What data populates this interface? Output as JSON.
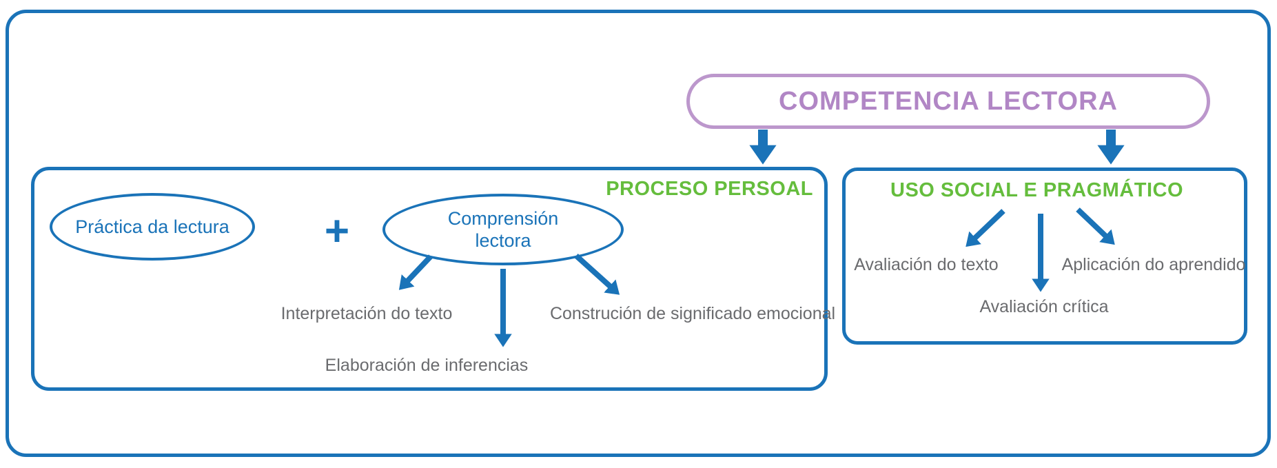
{
  "colors": {
    "blue": "#1a73b8",
    "purple-border": "#bc97cc",
    "purple-text": "#b186c5",
    "green": "#65bd3d",
    "gray": "#6a6b6e",
    "background": "#ffffff"
  },
  "diagram": {
    "title": "COMPETENCIA LECTORA",
    "plus_sign": "+",
    "proceso": {
      "heading": "PROCESO PERSOAL",
      "ellipse_practica": "Práctica da lectura",
      "ellipse_comprension": "Comprensión lectora",
      "outcomes": [
        "Interpretación do texto",
        "Elaboración de inferencias",
        "Construción de significado emocional"
      ]
    },
    "uso": {
      "heading": "USO SOCIAL E PRAGMÁTICO",
      "outcomes": [
        "Avaliación do texto",
        "Avaliación crítica",
        "Aplicación do aprendido"
      ]
    }
  }
}
